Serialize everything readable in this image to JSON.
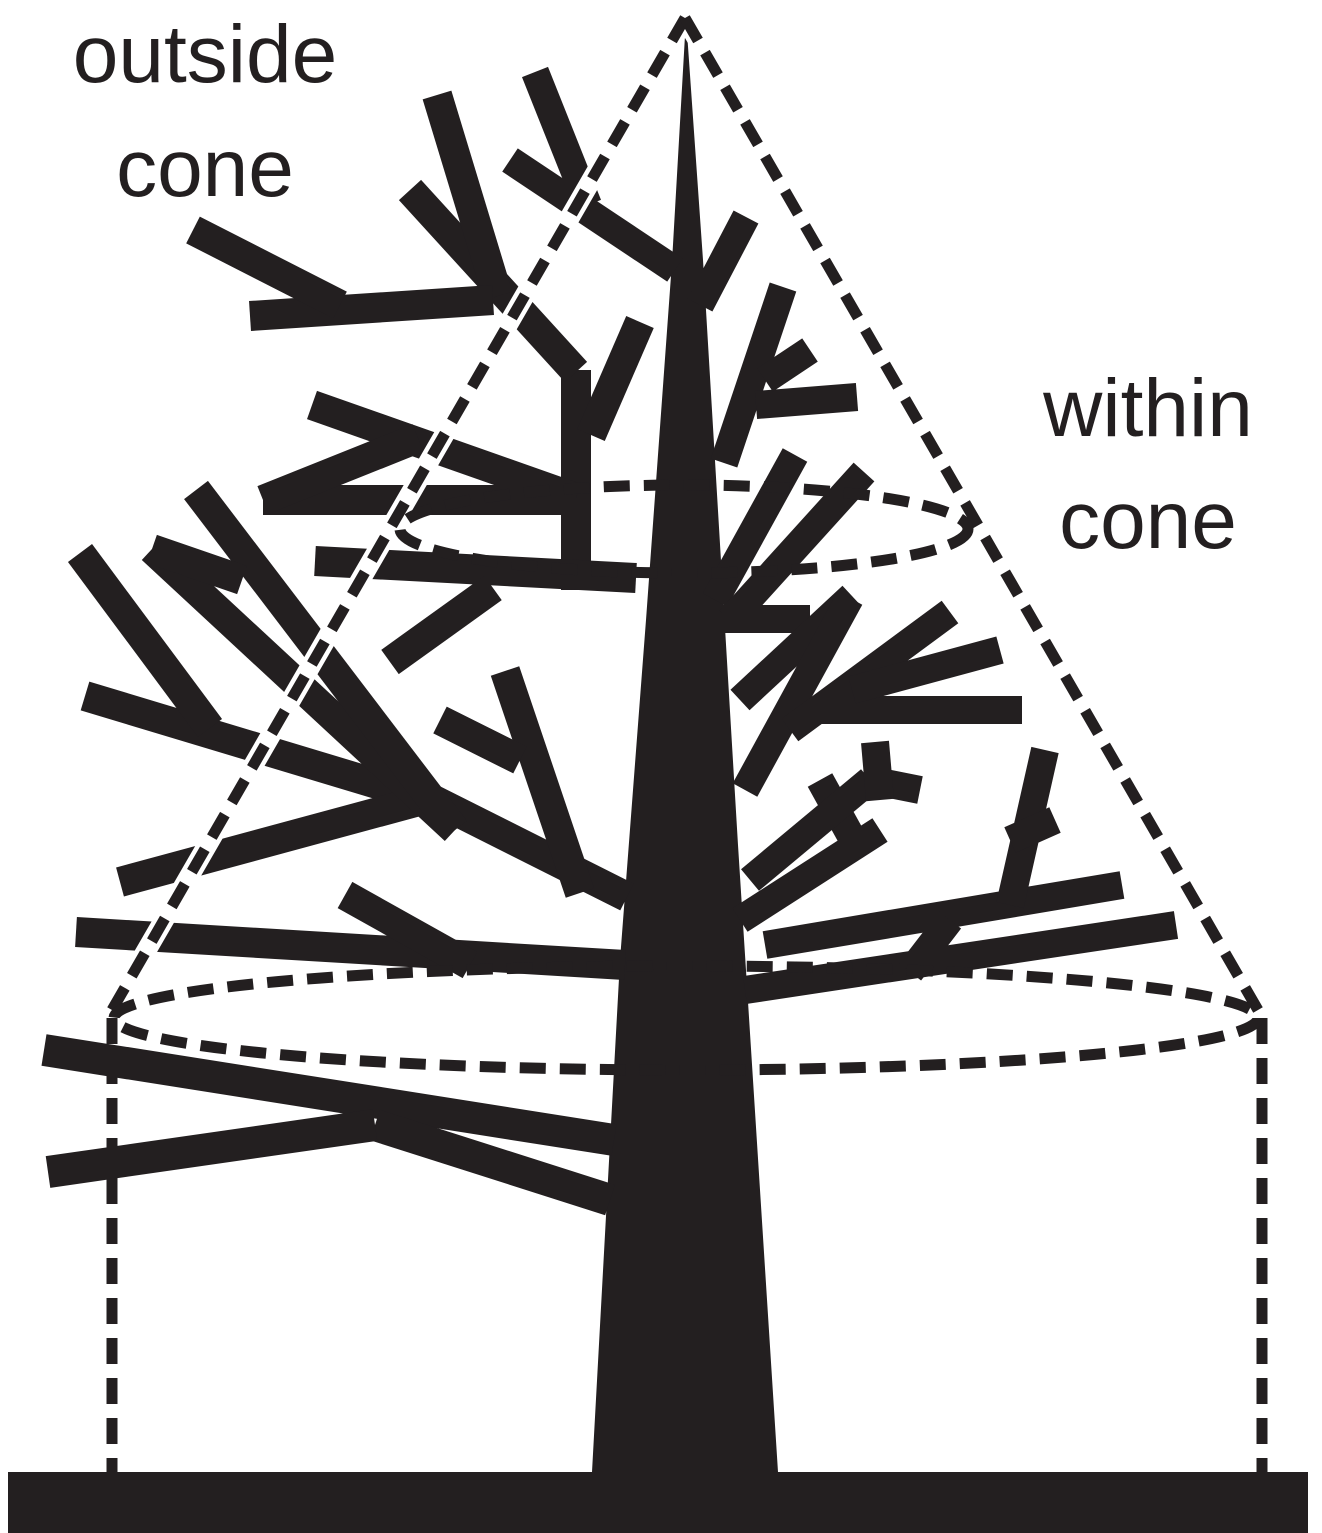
{
  "labels": {
    "outside_line1": "outside",
    "outside_line2": "cone",
    "within_line1": "within",
    "within_line2": "cone"
  },
  "colors": {
    "ink": "#231f20",
    "background": "#ffffff"
  }
}
